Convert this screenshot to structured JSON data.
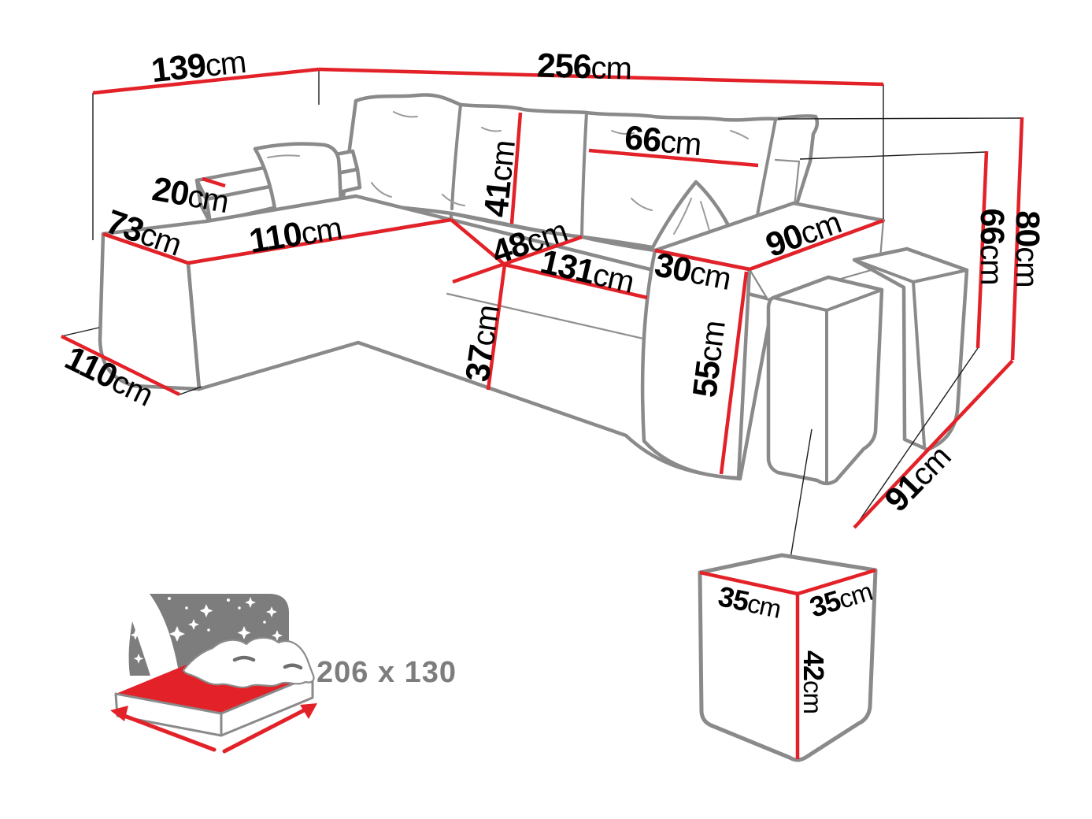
{
  "diagram_title": "corner-sofa-dimension-diagram",
  "colors": {
    "dimension_red": "#e32128",
    "outline_gray": "#8a8a8a",
    "label_black": "#000000",
    "icon_gray": "#7d7d7d",
    "background": "#ffffff"
  },
  "dimensions": {
    "back_left": {
      "value": "139",
      "unit": "cm"
    },
    "back_total": {
      "value": "256",
      "unit": "cm"
    },
    "back_cushion_width": {
      "value": "66",
      "unit": "cm"
    },
    "back_cushion_height": {
      "value": "41",
      "unit": "cm"
    },
    "backrest_ledge_width": {
      "value": "20",
      "unit": "cm"
    },
    "chaise_width": {
      "value": "73",
      "unit": "cm"
    },
    "chaise_length": {
      "value": "110",
      "unit": "cm"
    },
    "seat_depth": {
      "value": "48",
      "unit": "cm"
    },
    "seat_length": {
      "value": "131",
      "unit": "cm"
    },
    "seat_height": {
      "value": "37",
      "unit": "cm"
    },
    "armrest_length": {
      "value": "90",
      "unit": "cm"
    },
    "armrest_width": {
      "value": "30",
      "unit": "cm"
    },
    "armrest_height": {
      "value": "55",
      "unit": "cm"
    },
    "armrest_floor_height": {
      "value": "66",
      "unit": "cm"
    },
    "total_height": {
      "value": "80",
      "unit": "cm"
    },
    "total_depth": {
      "value": "91",
      "unit": "cm"
    },
    "chaise_floor_depth": {
      "value": "110",
      "unit": "cm"
    }
  },
  "pouf": {
    "width": {
      "value": "35",
      "unit": "cm"
    },
    "depth": {
      "value": "35",
      "unit": "cm"
    },
    "height": {
      "value": "42",
      "unit": "cm"
    }
  },
  "sleeping": {
    "size": "206 x 130"
  }
}
